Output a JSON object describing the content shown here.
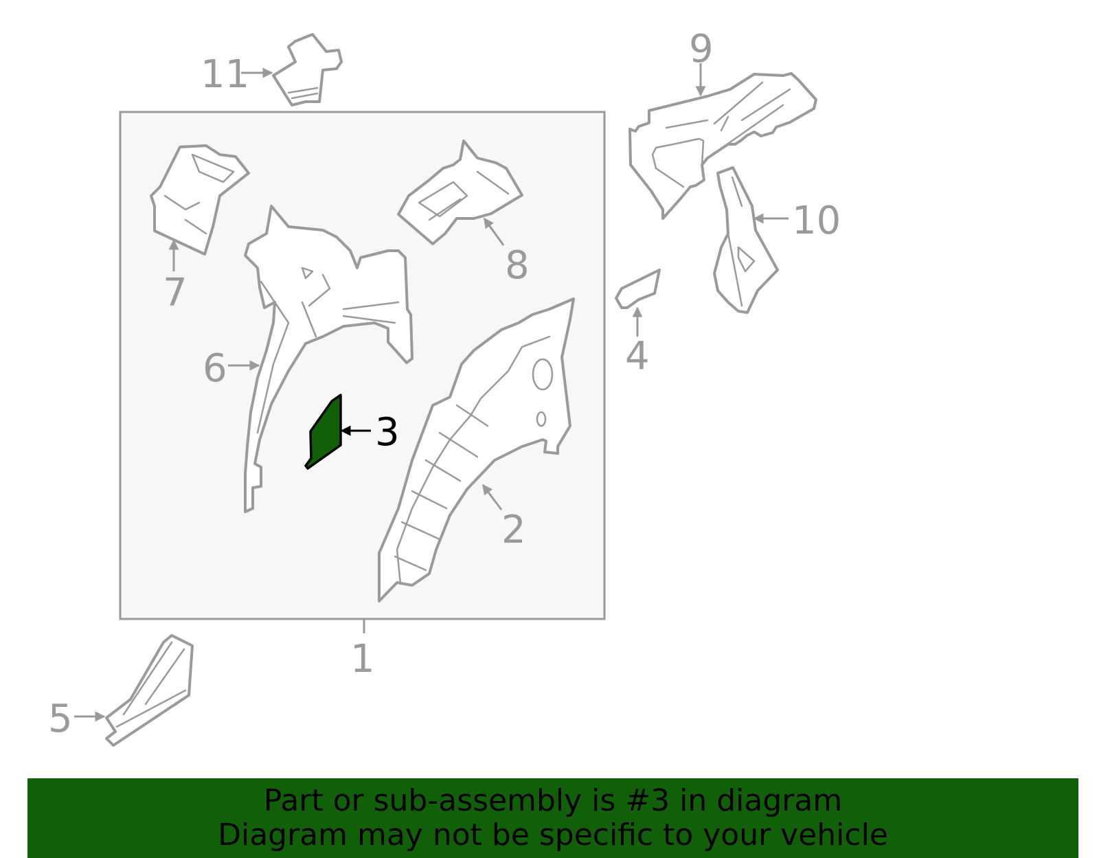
{
  "callouts": {
    "c1": "1",
    "c2": "2",
    "c3": "3",
    "c4": "4",
    "c5": "5",
    "c6": "6",
    "c7": "7",
    "c8": "8",
    "c9": "9",
    "c10": "10",
    "c11": "11"
  },
  "highlight": {
    "part": "3",
    "color": "#116009"
  },
  "banner": {
    "line1": "Part or sub-assembly is #3 in diagram",
    "line2": "Diagram may not be specific to your vehicle",
    "color": "#116009"
  }
}
